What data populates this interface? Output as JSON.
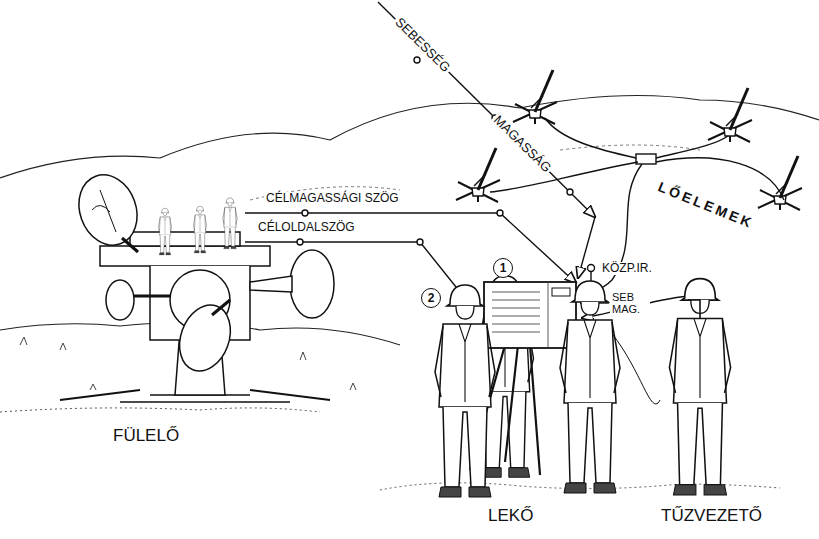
{
  "diagram": {
    "nodes": [
      {
        "text": [
          "1"
        ]
      },
      {
        "text": [
          "2"
        ]
      }
    ],
    "labels": [
      "SEBESSÉG",
      "MAGASSÁG",
      "LŐELEMEK",
      "CÉLMAGASSÁGI SZÖG",
      "CÉLOLDALSZÖG",
      "KÖZP.IR.",
      "SEB MAG.",
      "FÜLELŐ",
      "LEKŐ",
      "TŰZVEZETŐ"
    ]
  }
}
